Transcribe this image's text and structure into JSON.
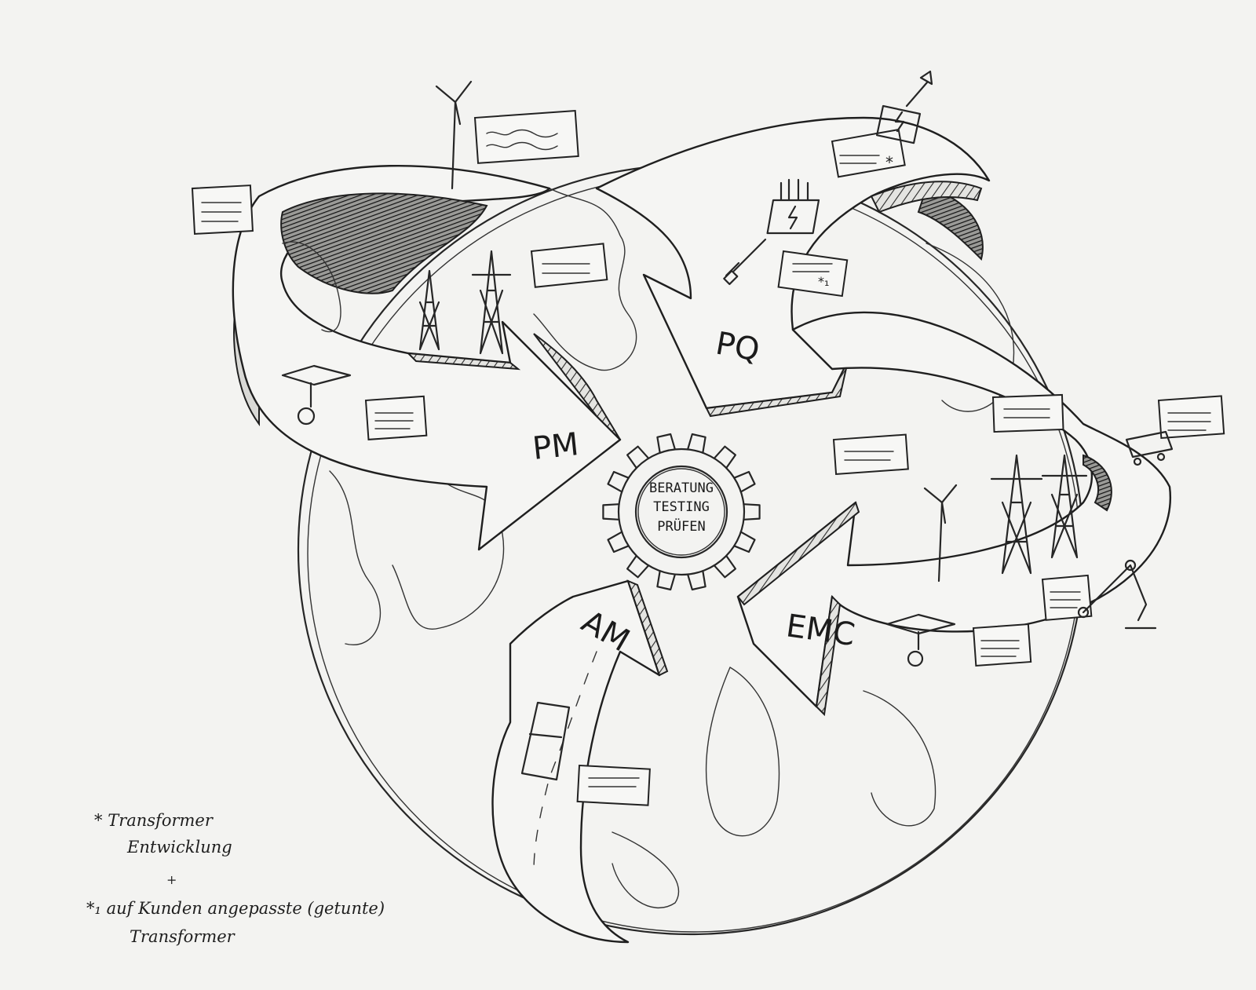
{
  "gear": {
    "lines": [
      "BERATUNG",
      "TESTING",
      "PRÜFEN"
    ]
  },
  "arrows": {
    "pm": "PM",
    "pq": "PQ",
    "emc": "EMC",
    "am": "AM"
  },
  "footnotes": {
    "note1_marker": "*",
    "note1_line1": "Transformer",
    "note1_line2": "Entwicklung",
    "plus": "+",
    "note2_marker": "*₁",
    "note2_line1": "auf Kunden angepasste (getunte)",
    "note2_line2": "Transformer"
  },
  "box_markers": {
    "pq_box_top": "*",
    "pq_box_mid": "*₁"
  },
  "icons": [
    "globe-icon",
    "gear-icon",
    "wind-turbine-icon",
    "power-pylon-icon",
    "transformer-icon",
    "screwdriver-icon",
    "car-icon",
    "road-icon",
    "robot-arm-icon",
    "rail-car-icon",
    "pipe-valve-icon"
  ]
}
